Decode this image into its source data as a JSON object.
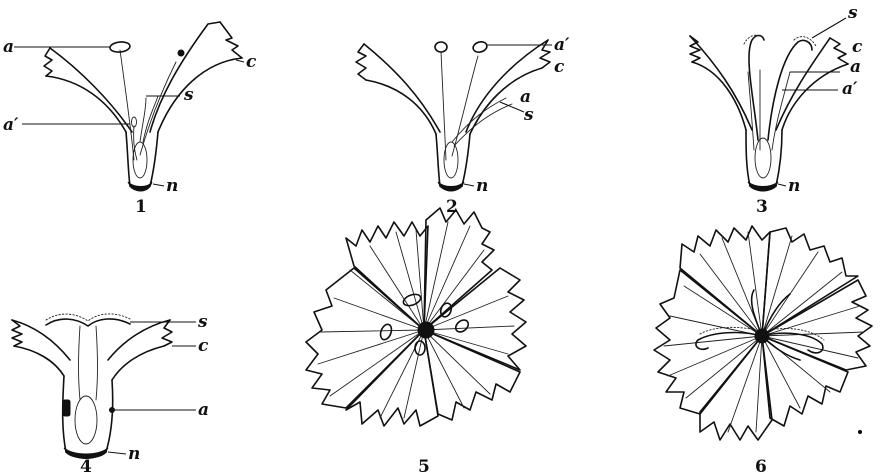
{
  "figures": [
    {
      "number": "1",
      "labels": {
        "a": "a",
        "a_prime": "a′",
        "c": "c",
        "s": "s",
        "n": "n"
      }
    },
    {
      "number": "2",
      "labels": {
        "a_prime": "a′",
        "c": "c",
        "a": "a",
        "s": "s",
        "n": "n"
      }
    },
    {
      "number": "3",
      "labels": {
        "s": "s",
        "c": "c",
        "a": "a",
        "a_prime": "a′",
        "n": "n"
      }
    },
    {
      "number": "4",
      "labels": {
        "s": "s",
        "c": "c",
        "a": "a",
        "n": "n"
      }
    },
    {
      "number": "5",
      "labels": {}
    },
    {
      "number": "6",
      "labels": {}
    }
  ]
}
